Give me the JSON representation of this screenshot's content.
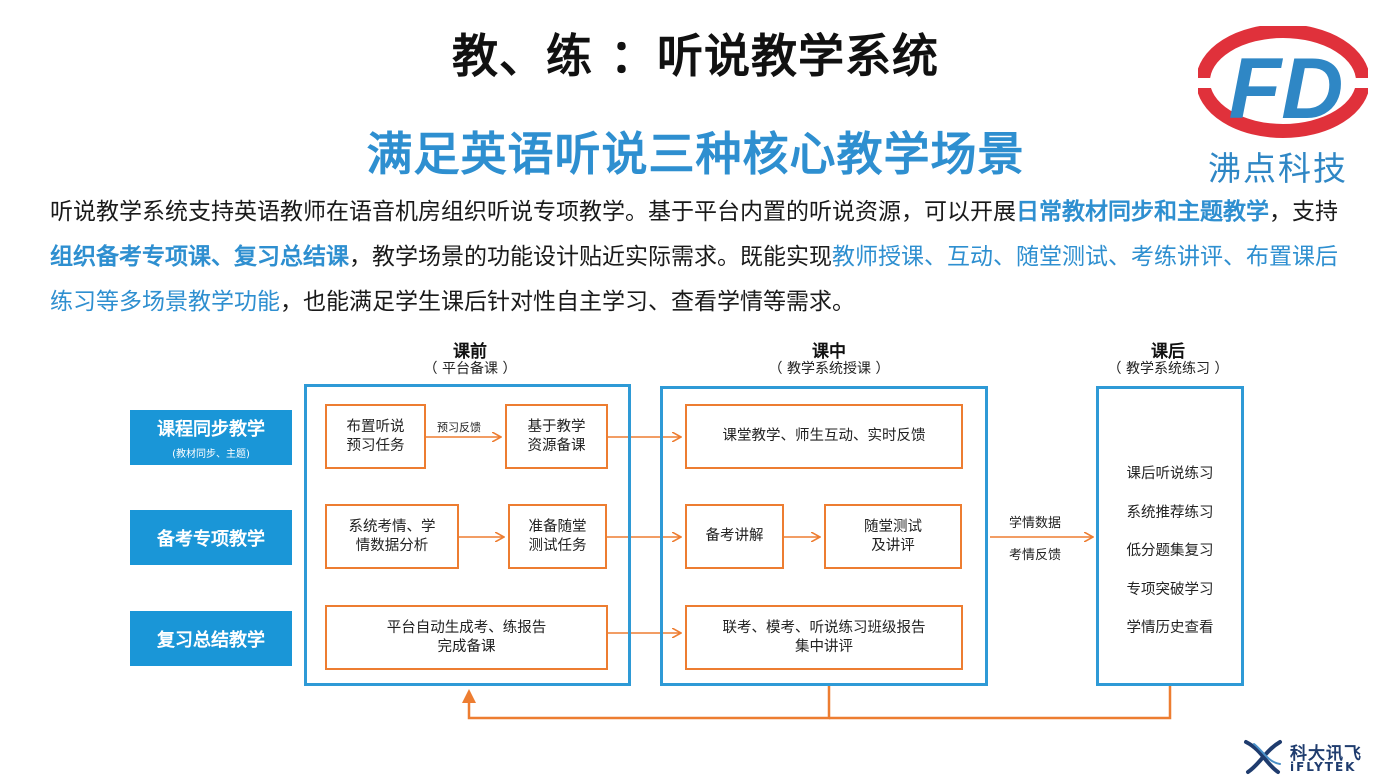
{
  "header": {
    "title": "教、练 ：听说教学系统",
    "subtitle": "满足英语听说三种核心教学场景"
  },
  "logo": {
    "brand_text": "沸点科技",
    "emblem_letters": "FD"
  },
  "intro": {
    "p1": "听说教学系统支持英语教师在语音机房组织听说专项教学。基于平台内置的听说资源，可以开展",
    "h1": "日常教材同步和主题教学",
    "p2": "，支持",
    "h2": "组织备考专项课、复习总结课",
    "p3": "，教学场景的功能设计贴近实际需求。既能实现",
    "h3": "教师授课、互动、随堂测试、考练讲评、布置课后练习等多场景教学功能",
    "p4": "，也能满足学生课后针对性自主学习、查看学情等需求。"
  },
  "phases": {
    "before": {
      "title": "课前",
      "sub": "（ 平台备课 ）"
    },
    "during": {
      "title": "课中",
      "sub": "（ 教学系统授课 ）"
    },
    "after": {
      "title": "课后",
      "sub": "（ 教学系统练习 ）"
    }
  },
  "scenarios": [
    {
      "label": "课程同步教学",
      "sub": "(教材同步、主题)"
    },
    {
      "label": "备考专项教学",
      "sub": ""
    },
    {
      "label": "复习总结教学",
      "sub": ""
    }
  ],
  "before_boxes": {
    "r1a": "布置听说\n预习任务",
    "r1_arrow": "预习反馈",
    "r1b": "基于教学\n资源备课",
    "r2a": "系统考情、学\n情数据分析",
    "r2b": "准备随堂\n测试任务",
    "r3": "平台自动生成考、练报告\n完成备课"
  },
  "during_boxes": {
    "r1": "课堂教学、师生互动、实时反馈",
    "r2a": "备考讲解",
    "r2b": "随堂测试\n及讲评",
    "r3": "联考、模考、听说练习班级报告\n集中讲评"
  },
  "flow_labels": {
    "top": "学情数据",
    "bottom": "考情反馈"
  },
  "after_items": [
    "课后听说练习",
    "系统推荐练习",
    "低分题集复习",
    "专项突破学习",
    "学情历史查看"
  ],
  "footer": {
    "brand_cn": "科大讯飞",
    "brand_en": "iFLYTEK"
  },
  "colors": {
    "accent_blue": "#2e8fd0",
    "box_blue": "#2e9ad6",
    "scenario_blue": "#1a96d7",
    "arrow_orange": "#ed7d31",
    "logo_red": "#e0313b"
  }
}
